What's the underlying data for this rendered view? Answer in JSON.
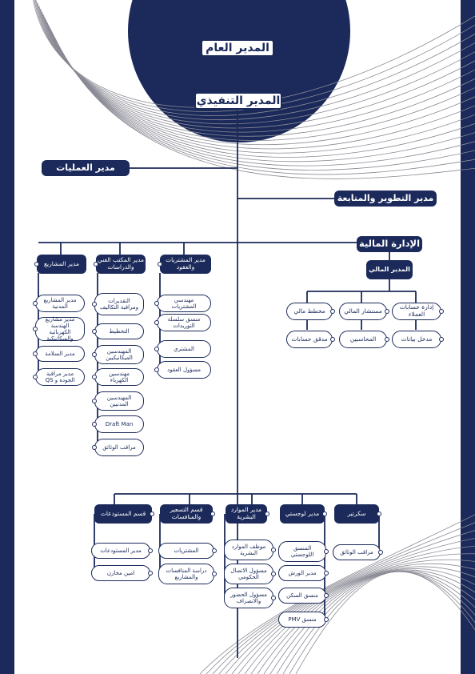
{
  "colors": {
    "navy": "#1b2a5a",
    "background": "#ffffff",
    "wave": "#8a8a95"
  },
  "top": {
    "gm": "المدير العام",
    "ceo": "المدير التنفيذي"
  },
  "ops_manager": "مدير العمليات",
  "dev_manager": "مدير التطوير والمتابعة",
  "finance_admin": "الإدارة المالية",
  "finance_manager": "المدير المالي",
  "finance_items": {
    "clients": "إدارة حسابات العملاء",
    "advisor": "مستشار المالي",
    "planner": "مخطط مالي",
    "data_entry": "مدخل بيانات",
    "accountants": "المحاسبين",
    "auditor": "مدقق حسابات"
  },
  "upper_depts": [
    {
      "title": "مدير المشتريات والعقود",
      "items": [
        "مهندسي المشتريات",
        "منسق سلسلة التوريدات",
        "المشتري",
        "مسؤول العقود"
      ]
    },
    {
      "title": "مدير المكتب الفني والدراسات",
      "items": [
        "التقديرات ومراقبة التكاليف",
        "التخطيط",
        "المهندسين الميكانيكيين",
        "مهندسين الكهرباء",
        "المهندسين المدنيين",
        "Draft Man",
        "مراقب الوثائق"
      ]
    },
    {
      "title": "مدير المشاريع",
      "items": [
        "مدير المشاريع المدنية",
        "مدير مشاريع الهندسة الكهربائية والميكانيكية",
        "مدير السلامة",
        "مدير مراقبة الجودة و QS"
      ]
    }
  ],
  "lower_depts": [
    {
      "title": "سكرتير",
      "items": [
        "مراقب الوثائق"
      ]
    },
    {
      "title": "مدير لوجستي",
      "items": [
        "المنسق اللوجستي",
        "مدير الورش",
        "منسق السكن",
        "منسق PMV"
      ]
    },
    {
      "title": "مدير الموارد البشرية",
      "items": [
        "موظف الموارد البشرية",
        "مسؤول الاتصال الحكومي",
        "مسؤول الحضور والانصراف"
      ]
    },
    {
      "title": "قسم التسعير والمنافسات",
      "items": [
        "المشتريات",
        "دراسة المنافسات والمشاريع"
      ]
    },
    {
      "title": "قسم المستودعات",
      "items": [
        "مدير المستودعات",
        "امين مخازن"
      ]
    }
  ]
}
